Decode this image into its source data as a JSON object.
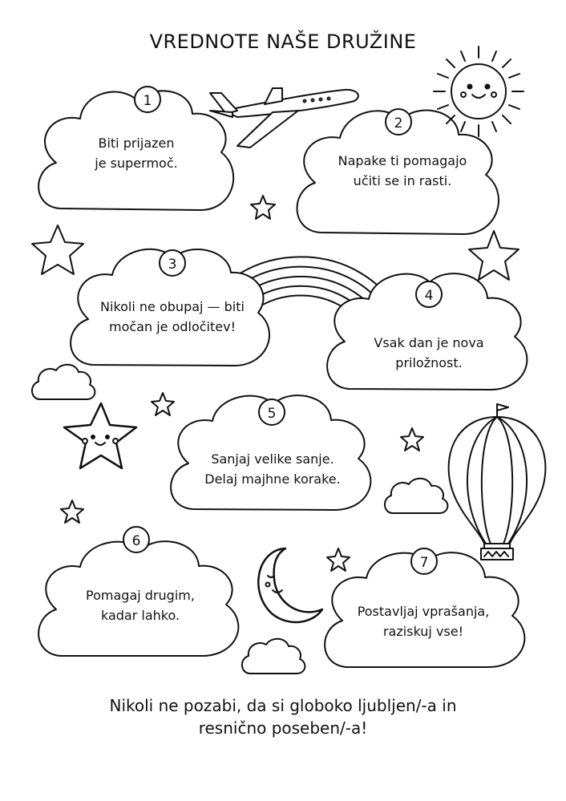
{
  "title": "VREDNOTE NAŠE DRUŽINE",
  "values": [
    {
      "number": "1",
      "lines": [
        "Biti prijazen",
        "je supermoč."
      ]
    },
    {
      "number": "2",
      "lines": [
        "Napake ti pomagajo",
        "učiti se in rasti."
      ]
    },
    {
      "number": "3",
      "lines": [
        "Nikoli ne obupaj — biti",
        "močan je odločitev!"
      ]
    },
    {
      "number": "4",
      "lines": [
        "Vsak dan je nova",
        "priložnost."
      ]
    },
    {
      "number": "5",
      "lines": [
        "Sanjaj velike sanje.",
        "Delaj majhne korake."
      ]
    },
    {
      "number": "6",
      "lines": [
        "Pomagaj drugim,",
        "kadar lahko."
      ]
    },
    {
      "number": "7",
      "lines": [
        "Postavljaj vprašanja,",
        "raziskuj vse!"
      ]
    }
  ],
  "footer": {
    "line1": "Nikoli ne pozabi, da si globoko ljubljen/-a in",
    "line2": "resnično poseben/-a!"
  },
  "decorations": [
    "airplane-icon",
    "sun-icon",
    "rainbow-icon",
    "star-icon",
    "smiling-star-icon",
    "moon-icon",
    "hot-air-balloon-icon",
    "small-cloud-icon"
  ],
  "colors": {
    "ink": "#111111",
    "paper": "#ffffff"
  }
}
